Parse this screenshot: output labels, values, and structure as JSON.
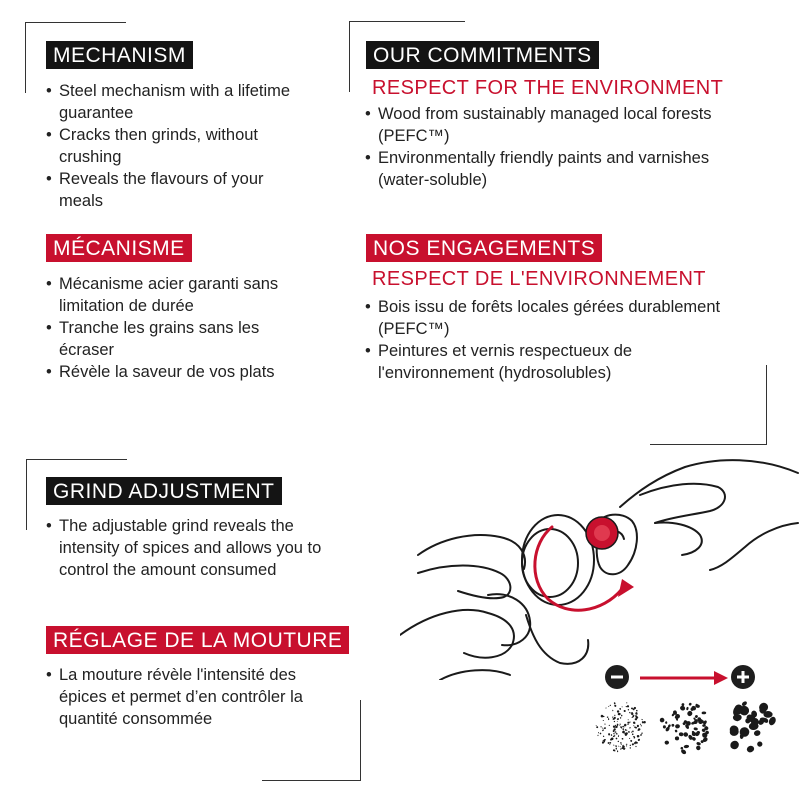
{
  "sections": {
    "mechanism": {
      "title": "MECHANISM",
      "items": [
        "Steel mechanism with a lifetime guarantee",
        "Cracks then grinds, without crushing",
        "Reveals the flavours of your meals"
      ]
    },
    "mecanisme": {
      "title": "MÉCANISME",
      "items": [
        "Mécanisme acier garanti sans limitation de durée",
        "Tranche les grains sans les écraser",
        "Révèle la saveur de vos plats"
      ]
    },
    "commitments": {
      "title": "OUR COMMITMENTS",
      "subtitle": "RESPECT FOR THE ENVIRONMENT",
      "items": [
        "Wood from sustainably managed local forests (PEFC™)",
        "Environmentally friendly paints and varnishes (water-soluble)"
      ]
    },
    "engagements": {
      "title": "NOS ENGAGEMENTS",
      "subtitle": "RESPECT DE L'ENVIRONNEMENT",
      "items": [
        "Bois issu de forêts locales gérées durablement (PEFC™)",
        "Peintures et vernis respectueux de l'environnement (hydrosolubles)"
      ]
    },
    "grind": {
      "title": "GRIND ADJUSTMENT",
      "items": [
        "The adjustable grind reveals the intensity of spices and allows you to control the amount consumed"
      ]
    },
    "reglage": {
      "title": "RÉGLAGE DE LA MOUTURE",
      "items": [
        "La mouture révèle l'intensité des épices et permet d’en contrôler la quantité consommée"
      ]
    }
  },
  "grind_scale": {
    "minus": "−",
    "plus": "+"
  },
  "colors": {
    "accent_red": "#c8102e",
    "header_black": "#141414",
    "line": "#333333"
  },
  "icons": [
    "minus-circle-icon",
    "plus-circle-icon",
    "arrow-right-icon",
    "hand-adjusting-grinder-illustration",
    "pepper-grain-fine-icon",
    "pepper-grain-medium-icon",
    "pepper-grain-coarse-icon"
  ]
}
